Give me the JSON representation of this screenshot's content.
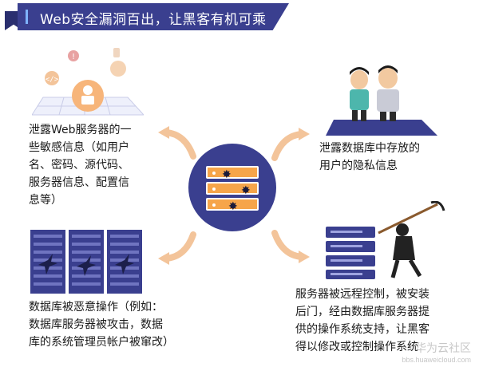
{
  "title": "Web安全漏洞百出，让黑客有机可乘",
  "blocks": {
    "top_left": [
      "泄露Web服务器的一",
      "些敏感信息（如用户",
      "名、密码、源代码、",
      "服务器信息、配置信",
      "息等）"
    ],
    "top_right": [
      "泄露数据库中存放的",
      "用户的隐私信息"
    ],
    "bottom_left": [
      "数据库被恶意操作（例如：",
      "数据库服务器被攻击，数据",
      "库的系统管理员帐户被窜改）"
    ],
    "bottom_right": [
      "服务器被远程控制，被安装",
      "后门，经由数据库服务器提",
      "供的操作系统支持，让黑客",
      "得以修改或控制操作系统"
    ]
  },
  "watermark": {
    "main": "华为云社区",
    "url": "bbs.huaweicloud.com"
  },
  "colors": {
    "accent": "#3a3f8f",
    "orange": "#f6a54a",
    "arrow": "#f3c49a"
  }
}
